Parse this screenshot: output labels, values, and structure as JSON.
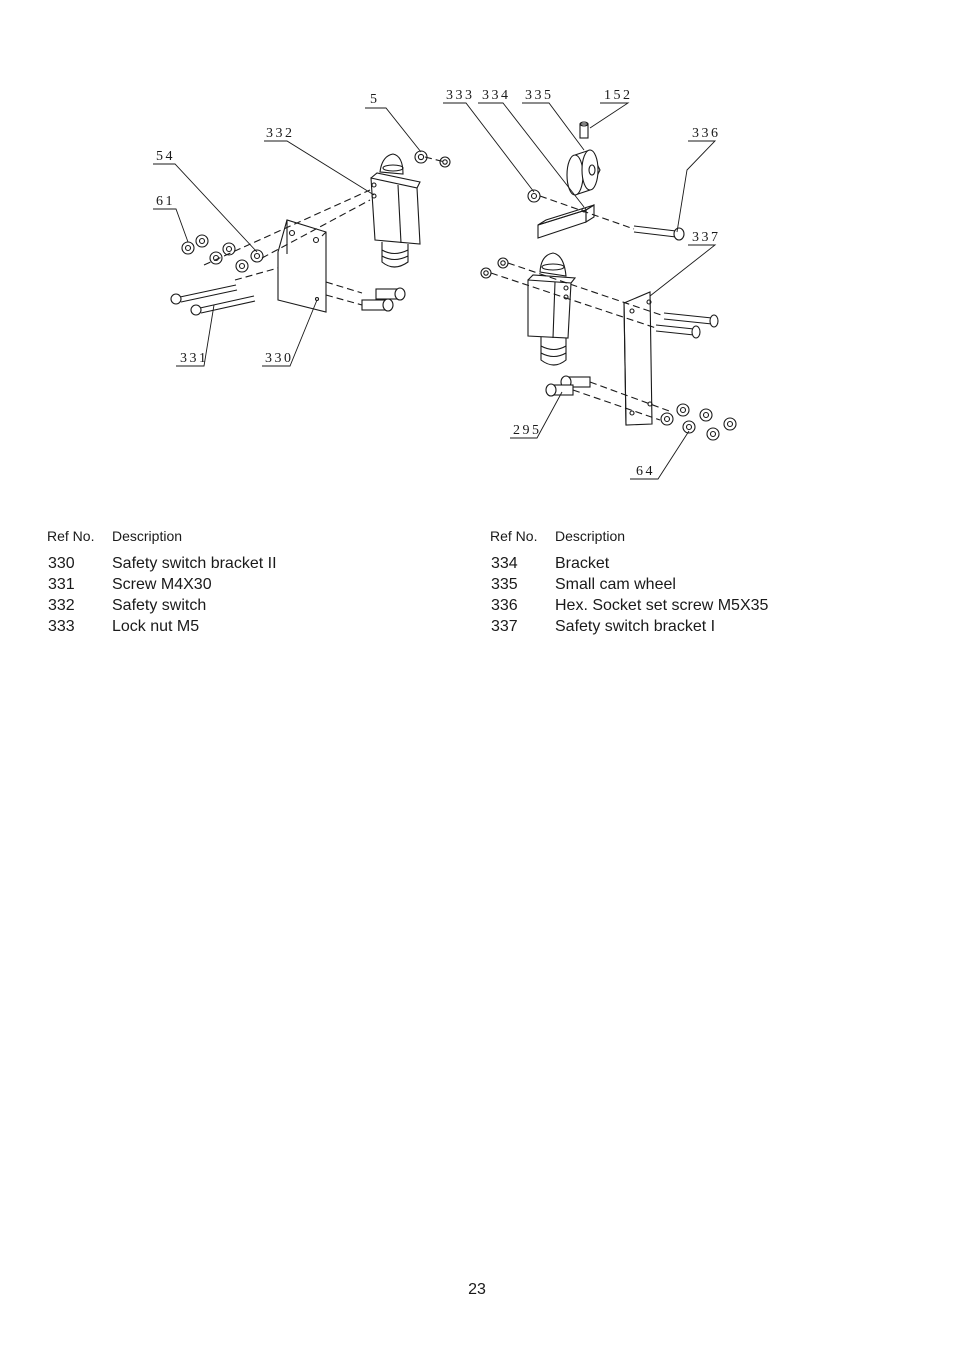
{
  "diagram": {
    "callouts": {
      "c5": "5",
      "c332": "332",
      "c54": "54",
      "c61": "61",
      "c331": "331",
      "c330": "330",
      "c333": "333",
      "c334": "334",
      "c335": "335",
      "c152": "152",
      "c336": "336",
      "c337": "337",
      "c295": "295",
      "c64": "64"
    }
  },
  "tables": {
    "header": {
      "ref": "Ref No.",
      "desc": "Description"
    },
    "left": [
      {
        "ref": "330",
        "desc": "Safety switch bracket II"
      },
      {
        "ref": "331",
        "desc": "Screw M4X30"
      },
      {
        "ref": "332",
        "desc": "Safety switch"
      },
      {
        "ref": "333",
        "desc": "Lock nut M5"
      }
    ],
    "right": [
      {
        "ref": "334",
        "desc": "Bracket"
      },
      {
        "ref": "335",
        "desc": "Small cam wheel"
      },
      {
        "ref": "336",
        "desc": "Hex. Socket set screw M5X35"
      },
      {
        "ref": "337",
        "desc": "Safety switch bracket I"
      }
    ]
  },
  "page_number": "23"
}
